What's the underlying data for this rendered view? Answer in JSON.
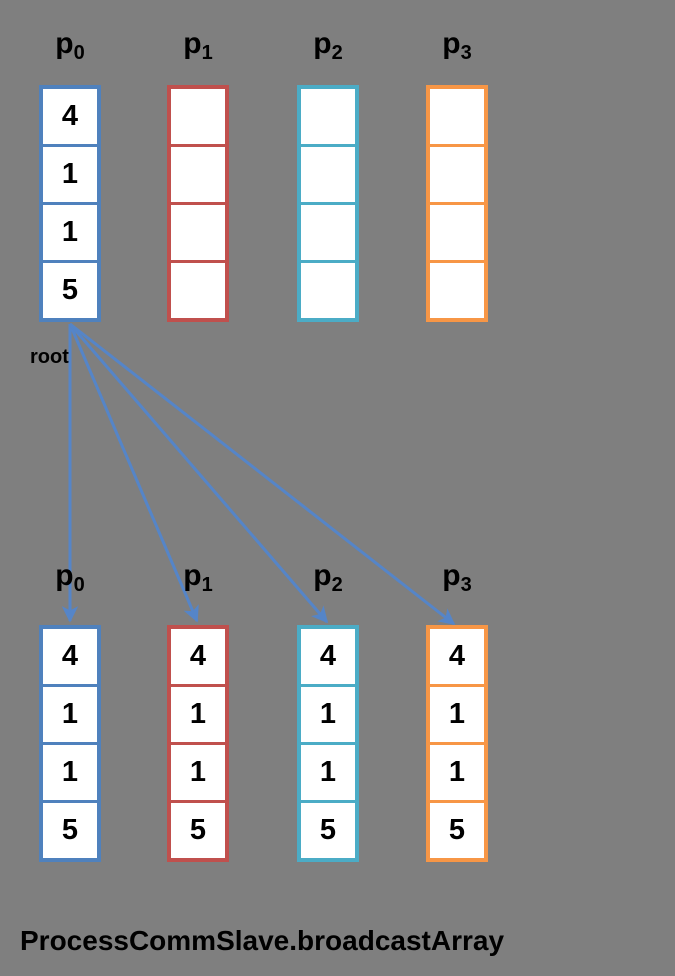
{
  "scene": {
    "background": "#7F7F7F",
    "caption": "ProcessCommSlave.broadcastArray",
    "root_label": "root"
  },
  "colors": {
    "columns": [
      "#4F81BD",
      "#C0504D",
      "#4BACC6",
      "#F79646"
    ],
    "arrow": "#5585C8",
    "cell_fill": "#FFFFFF",
    "text": "#000000"
  },
  "processes": [
    {
      "base": "p",
      "sub": "0"
    },
    {
      "base": "p",
      "sub": "1"
    },
    {
      "base": "p",
      "sub": "2"
    },
    {
      "base": "p",
      "sub": "3"
    }
  ],
  "top": {
    "arrays": [
      {
        "values": [
          "4",
          "1",
          "1",
          "5"
        ]
      },
      {
        "values": [
          "",
          "",
          "",
          ""
        ]
      },
      {
        "values": [
          "",
          "",
          "",
          ""
        ]
      },
      {
        "values": [
          "",
          "",
          "",
          ""
        ]
      }
    ]
  },
  "bottom": {
    "arrays": [
      {
        "values": [
          "4",
          "1",
          "1",
          "5"
        ]
      },
      {
        "values": [
          "4",
          "1",
          "1",
          "5"
        ]
      },
      {
        "values": [
          "4",
          "1",
          "1",
          "5"
        ]
      },
      {
        "values": [
          "4",
          "1",
          "1",
          "5"
        ]
      }
    ]
  }
}
